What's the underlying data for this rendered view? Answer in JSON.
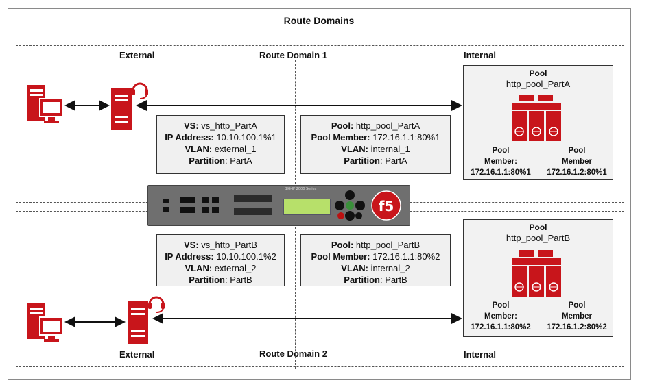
{
  "title": "Route Domains",
  "domain1": {
    "label": "Route Domain 1",
    "external_label": "External",
    "internal_label": "Internal",
    "vs_box": {
      "vs_key": "VS:",
      "vs_val": " vs_http_PartA",
      "ip_key": "IP Address:",
      "ip_val": " 10.10.100.1%1",
      "vlan_key": "VLAN:",
      "vlan_val": " external_1",
      "part_key": "Partition",
      "part_val": ": PartA"
    },
    "pool_box": {
      "pool_key": "Pool:",
      "pool_val": " http_pool_PartA",
      "member_key": "Pool Member:",
      "member_val": " 172.16.1.1:80%1",
      "vlan_key": "VLAN:",
      "vlan_val": " internal_1",
      "part_key": "Partition",
      "part_val": ": PartA"
    },
    "pool": {
      "heading": "Pool",
      "name": "http_pool_PartA",
      "member1": [
        "Pool",
        "Member:",
        "172.16.1.1:80%1"
      ],
      "member2": [
        "Pool",
        "Member",
        "172.16.1.2:80%1"
      ]
    }
  },
  "domain2": {
    "label": "Route Domain 2",
    "external_label": "External",
    "internal_label": "Internal",
    "vs_box": {
      "vs_key": "VS:",
      "vs_val": " vs_http_PartB",
      "ip_key": "IP Address:",
      "ip_val": " 10.10.100.1%2",
      "vlan_key": "VLAN:",
      "vlan_val": " external_2",
      "part_key": "Partition",
      "part_val": ": PartB"
    },
    "pool_box": {
      "pool_key": "Pool:",
      "pool_val": " http_pool_PartB",
      "member_key": "Pool Member:",
      "member_val": " 172.16.1.1:80%2",
      "vlan_key": "VLAN:",
      "vlan_val": " internal_2",
      "part_key": "Partition",
      "part_val": ": PartB"
    },
    "pool": {
      "heading": "Pool",
      "name": "http_pool_PartB",
      "member1": [
        "Pool",
        "Member:",
        "172.16.1.1:80%2"
      ],
      "member2": [
        "Pool",
        "Member",
        "172.16.1.2:80%2"
      ]
    }
  },
  "appliance": {
    "model": "BIG-IP 2000 Series",
    "logo": "f5"
  },
  "colors": {
    "accent_red": "#c8151b",
    "box_fill": "#f0f0f0",
    "lcd": "#b7e06a"
  },
  "icons": [
    "client-computer-icon",
    "server-headset-icon",
    "server-cluster-icon",
    "f5-logo-icon"
  ]
}
